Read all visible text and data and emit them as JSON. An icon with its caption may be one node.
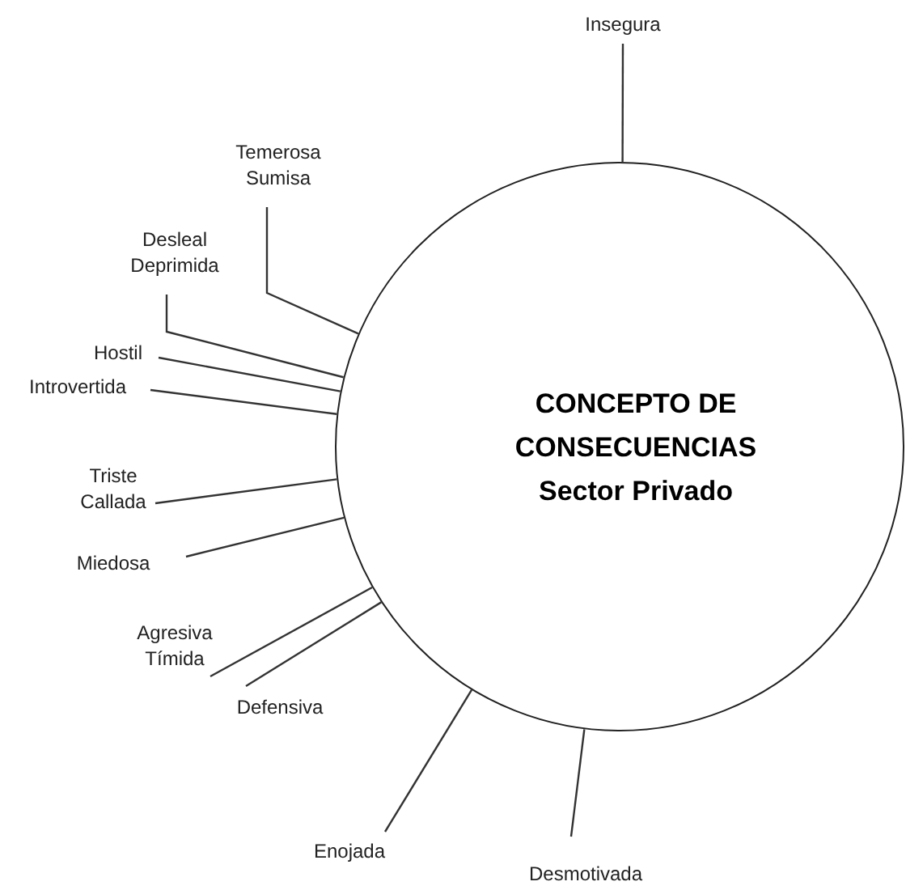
{
  "diagram": {
    "nodes": [
      {
        "text": [
          "CONCEPTO DE CONSECUENCIAS",
          "Sector Privado"
        ]
      },
      {
        "text": [
          "Insegura"
        ]
      },
      {
        "text": [
          "Temerosa",
          "Sumisa"
        ]
      },
      {
        "text": [
          "Desleal",
          "Deprimida"
        ]
      },
      {
        "text": [
          "Hostil"
        ]
      },
      {
        "text": [
          "Introvertida"
        ]
      },
      {
        "text": [
          "Triste",
          "Callada"
        ]
      },
      {
        "text": [
          "Miedosa"
        ]
      },
      {
        "text": [
          "Agresiva",
          "Tímida"
        ]
      },
      {
        "text": [
          "Defensiva"
        ]
      },
      {
        "text": [
          "Enojada"
        ]
      },
      {
        "text": [
          "Desmotivada"
        ]
      }
    ],
    "edges": [
      {
        "from": 1,
        "to": 0,
        "arrow": "none"
      },
      {
        "from": 2,
        "to": 0,
        "arrow": "none"
      },
      {
        "from": 3,
        "to": 0,
        "arrow": "none"
      },
      {
        "from": 4,
        "to": 0,
        "arrow": "none"
      },
      {
        "from": 5,
        "to": 0,
        "arrow": "none"
      },
      {
        "from": 6,
        "to": 0,
        "arrow": "none"
      },
      {
        "from": 7,
        "to": 0,
        "arrow": "none"
      },
      {
        "from": 8,
        "to": 0,
        "arrow": "none"
      },
      {
        "from": 9,
        "to": 0,
        "arrow": "none"
      },
      {
        "from": 10,
        "to": 0,
        "arrow": "none"
      },
      {
        "from": 11,
        "to": 0,
        "arrow": "none"
      }
    ]
  }
}
